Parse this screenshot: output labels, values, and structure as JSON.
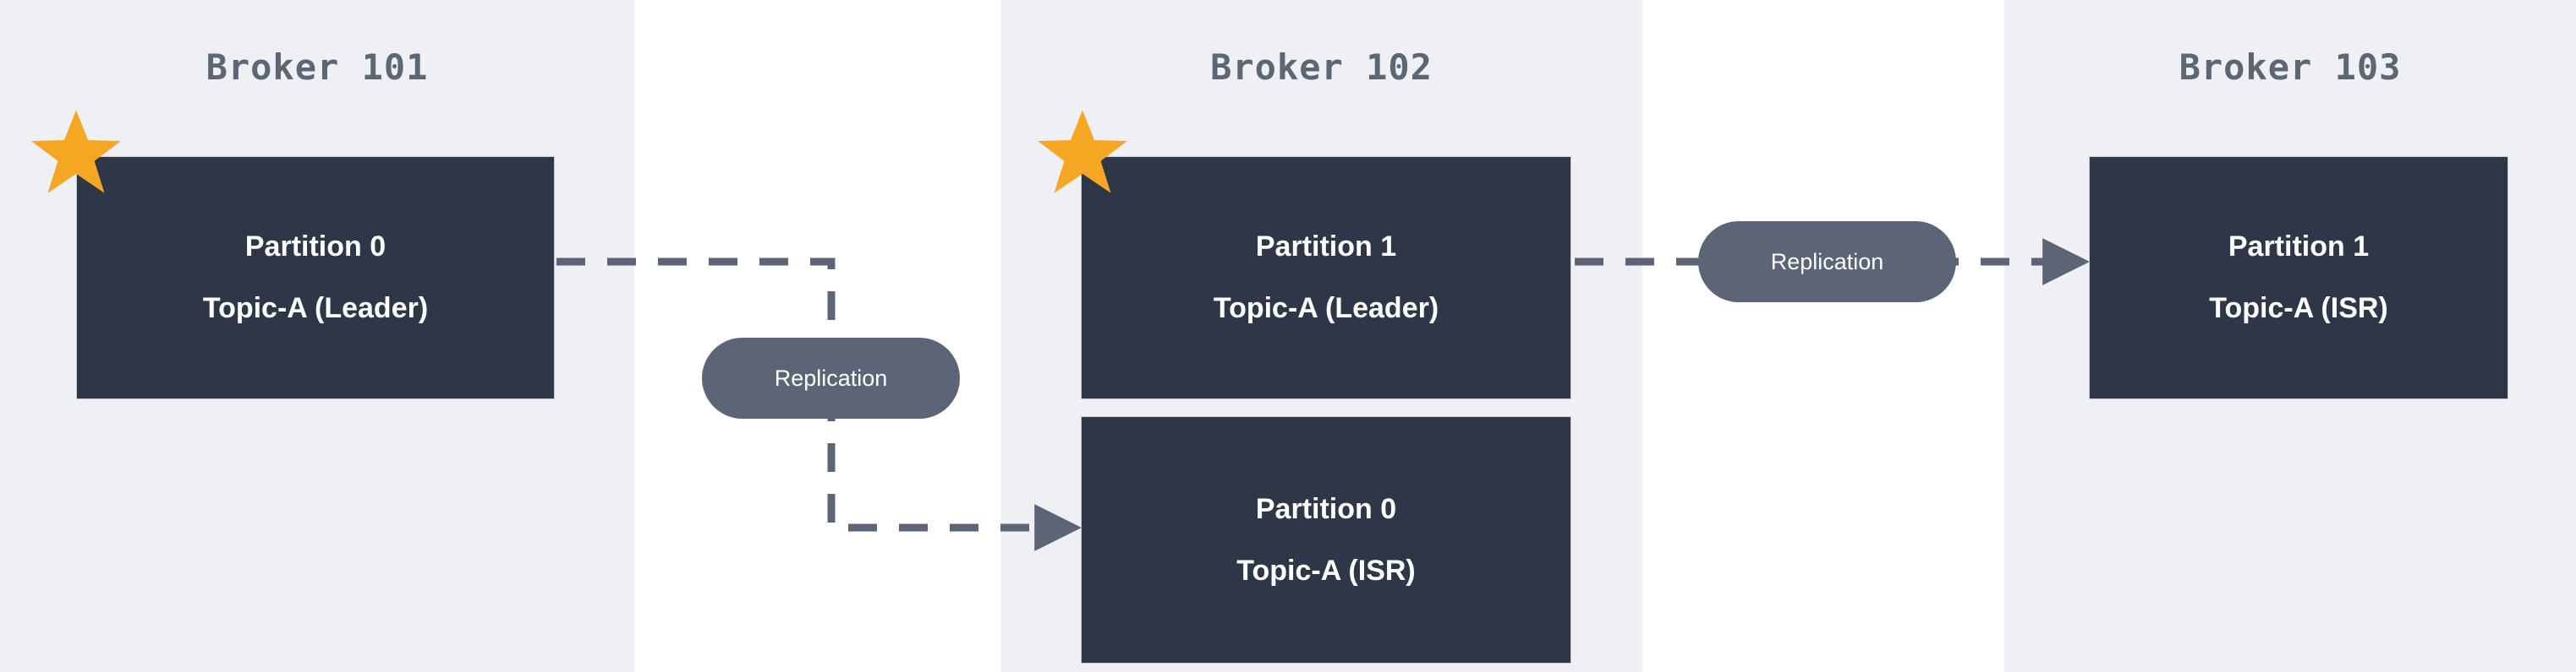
{
  "diagram": {
    "type": "kafka-replication-topology",
    "background_color": "#ffffff",
    "panel_color": "#eff0f3",
    "box_color": "#2d3748",
    "star_color": "#f5a623",
    "pill_color": "#5b6577",
    "line_color": "#5b6577",
    "title_color": "#5b6775"
  },
  "brokers": [
    {
      "id": "101",
      "title": "Broker 101",
      "partitions": [
        {
          "line1": "Partition 0",
          "line2": "Topic-A (Leader)",
          "role": "Leader",
          "leader": true
        }
      ]
    },
    {
      "id": "102",
      "title": "Broker 102",
      "partitions": [
        {
          "line1": "Partition 1",
          "line2": "Topic-A (Leader)",
          "role": "Leader",
          "leader": true
        },
        {
          "line1": "Partition 0",
          "line2": "Topic-A (ISR)",
          "role": "ISR",
          "leader": false
        }
      ]
    },
    {
      "id": "103",
      "title": "Broker 103",
      "partitions": [
        {
          "line1": "Partition 1",
          "line2": "Topic-A (ISR)",
          "role": "ISR",
          "leader": false
        }
      ]
    }
  ],
  "edges": [
    {
      "label": "Replication",
      "from": "Broker 101 / Partition 0 Topic-A (Leader)",
      "to": "Broker 102 / Partition 0 Topic-A (ISR)",
      "style": "dashed",
      "arrow": "end"
    },
    {
      "label": "Replication",
      "from": "Broker 102 / Partition 1 Topic-A (Leader)",
      "to": "Broker 103 / Partition 1 Topic-A (ISR)",
      "style": "dashed",
      "arrow": "end"
    }
  ],
  "icons": {
    "leader_star": "star-icon"
  }
}
